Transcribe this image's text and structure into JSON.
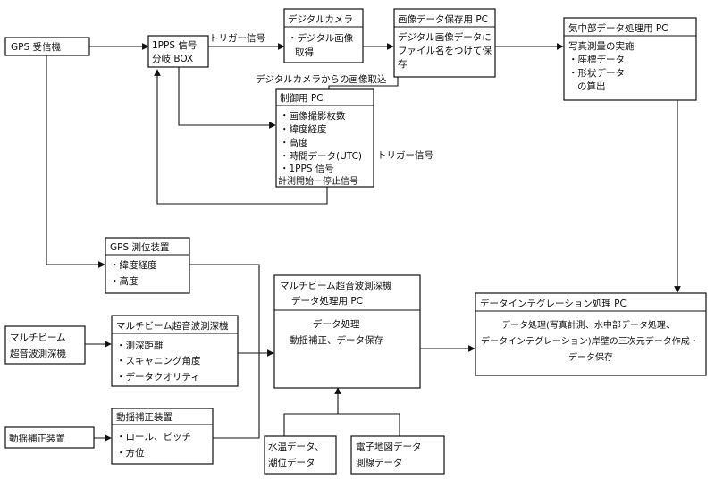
{
  "nodes": {
    "gps_receiver": "GPS 受信機",
    "pps_box": [
      "1PPS 信号",
      "分岐 BOX"
    ],
    "digital_camera": {
      "title": "デジタルカメラ",
      "body": [
        "・デジタル画像",
        "取得"
      ]
    },
    "image_pc": {
      "title": "画像データ保存用 PC",
      "body": [
        "デジタル画像データに",
        "ファイル名をつけて保",
        "存"
      ]
    },
    "weather_pc": {
      "title": "気中部データ処理用 PC",
      "body": [
        "写真測量の実施",
        "・座標データ",
        "・形状データ",
        "の算出"
      ]
    },
    "control_pc": {
      "title": "制御用 PC",
      "body": [
        "・画像撮影枚数",
        "・緯度経度",
        "・高度",
        "・時間データ(UTC)",
        "・1PPS 信号",
        "計測開始－停止信号"
      ]
    },
    "gps_positioning": {
      "title": "GPS 測位装置",
      "body": [
        "・緯度経度",
        "・高度"
      ]
    },
    "multibeam_device": [
      "マルチビーム",
      "超音波測深機"
    ],
    "multibeam_sensor": {
      "title": "マルチビーム超音波測深機",
      "body": [
        "・測深距離",
        "・スキャニング角度",
        "・データクオリティ"
      ]
    },
    "motion_device": "動揺補正装置",
    "motion_sensor": {
      "title": "動揺補正装置",
      "body": [
        "・ロール、ピッチ",
        "・方位"
      ]
    },
    "multibeam_pc": {
      "title": [
        "マルチビーム超音波測深機",
        "データ処理用 PC"
      ],
      "body": [
        "データ処理",
        "動揺補正、データ保存"
      ]
    },
    "integration_pc": {
      "title": "データインテグレーション処理 PC",
      "body": [
        "データ処理(写真計測、水中部データ処理、",
        "データインテグレーション)岸壁の三次元データ作成・",
        "データ保存"
      ]
    },
    "water_data": [
      "水温データ、",
      "潮位データ"
    ],
    "map_data": [
      "電子地図データ",
      "測線データ"
    ]
  },
  "labels": {
    "trigger_top": "トリガー信号",
    "camera_capture": "デジタルカメラからの画像取込",
    "trigger_right": "トリガー信号"
  }
}
